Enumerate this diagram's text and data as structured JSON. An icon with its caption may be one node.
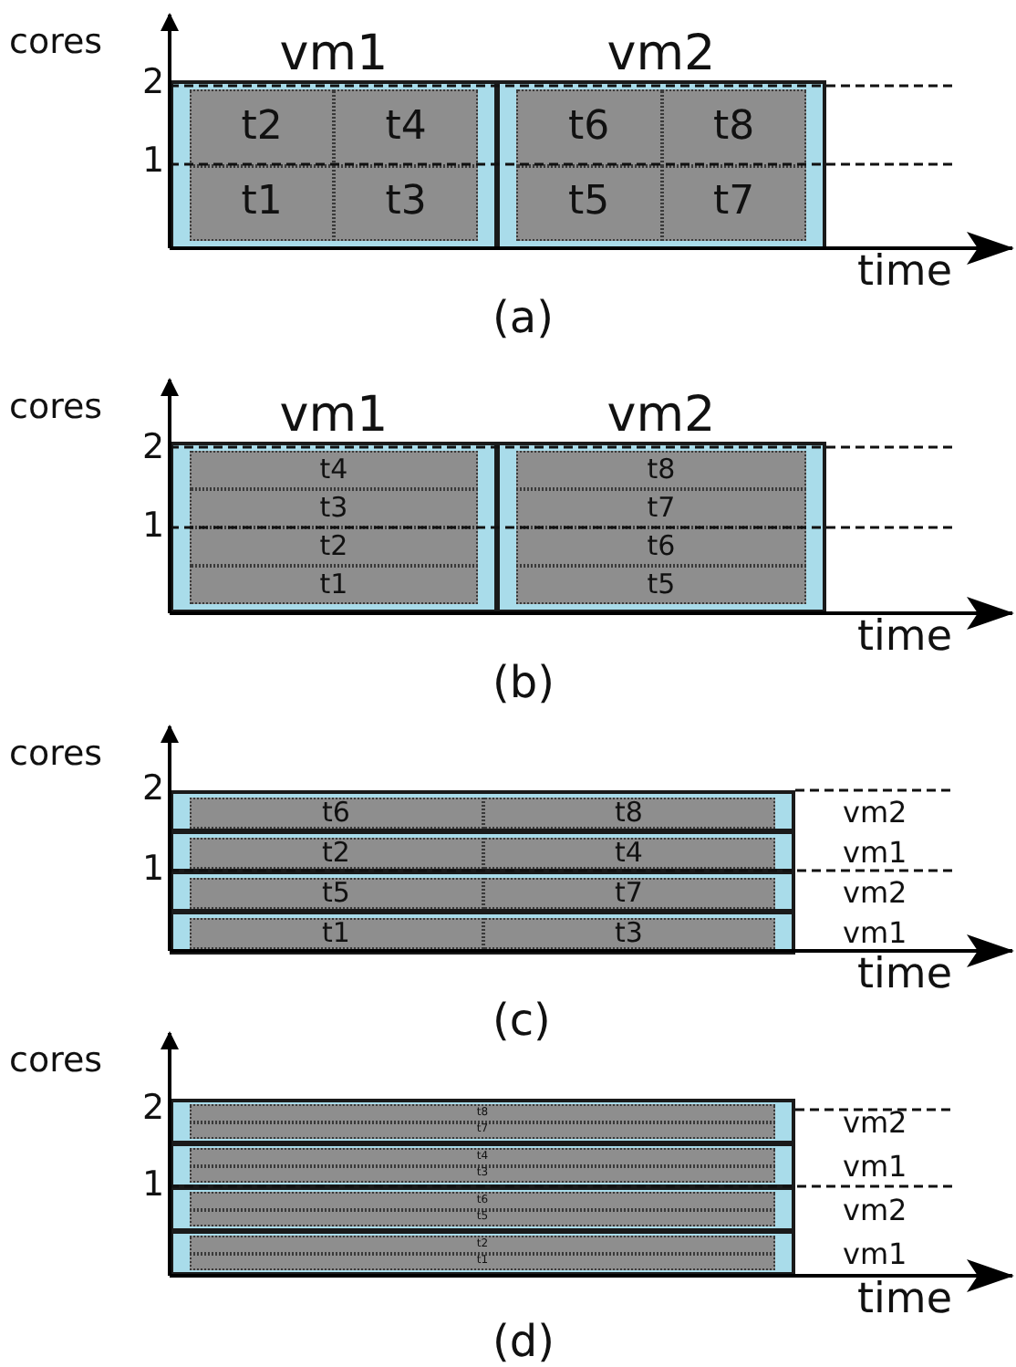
{
  "diagram": {
    "nodes": [
      {
        "text": [
          "vm1"
        ]
      },
      {
        "text": [
          "t2"
        ],
        "in": 0
      },
      {
        "text": [
          "t4"
        ],
        "in": 0
      },
      {
        "text": [
          "t1"
        ],
        "in": 0
      },
      {
        "text": [
          "t3"
        ],
        "in": 0
      },
      {
        "text": [
          "vm2"
        ]
      },
      {
        "text": [
          "t6"
        ],
        "in": 5
      },
      {
        "text": [
          "t8"
        ],
        "in": 5
      },
      {
        "text": [
          "t5"
        ],
        "in": 5
      },
      {
        "text": [
          "t7"
        ],
        "in": 5
      },
      {
        "text": [
          "vm1"
        ]
      },
      {
        "text": [
          "t4"
        ],
        "in": 10
      },
      {
        "text": [
          "t3"
        ],
        "in": 10
      },
      {
        "text": [
          "t2"
        ],
        "in": 10
      },
      {
        "text": [
          "t1"
        ],
        "in": 10
      },
      {
        "text": [
          "vm2"
        ]
      },
      {
        "text": [
          "t8"
        ],
        "in": 15
      },
      {
        "text": [
          "t7"
        ],
        "in": 15
      },
      {
        "text": [
          "t6"
        ],
        "in": 15
      },
      {
        "text": [
          "t5"
        ],
        "in": 15
      },
      {
        "text": [],
        "shape": "box",
        "beside": [
          "vm2"
        ]
      },
      {
        "text": [
          "t6"
        ],
        "in": 20
      },
      {
        "text": [
          "t8"
        ],
        "in": 20
      },
      {
        "text": [],
        "shape": "box",
        "beside": [
          "vm1"
        ]
      },
      {
        "text": [
          "t2"
        ],
        "in": 23
      },
      {
        "text": [
          "t4"
        ],
        "in": 23
      },
      {
        "text": [],
        "shape": "box",
        "beside": [
          "vm2"
        ]
      },
      {
        "text": [
          "t5"
        ],
        "in": 26
      },
      {
        "text": [
          "t7"
        ],
        "in": 26
      },
      {
        "text": [],
        "shape": "box",
        "beside": [
          "vm1"
        ]
      },
      {
        "text": [
          "t1"
        ],
        "in": 29
      },
      {
        "text": [
          "t3"
        ],
        "in": 29
      },
      {
        "text": [],
        "shape": "box",
        "beside": [
          "vm2"
        ]
      },
      {
        "text": [
          "t8"
        ],
        "in": 32
      },
      {
        "text": [
          "t7"
        ],
        "in": 32
      },
      {
        "text": [],
        "shape": "box",
        "beside": [
          "vm1"
        ]
      },
      {
        "text": [
          "t4"
        ],
        "in": 35
      },
      {
        "text": [
          "t3"
        ],
        "in": 35
      },
      {
        "text": [],
        "shape": "box",
        "beside": [
          "vm2"
        ]
      },
      {
        "text": [
          "t6"
        ],
        "in": 38
      },
      {
        "text": [
          "t5"
        ],
        "in": 38
      },
      {
        "text": [],
        "shape": "box",
        "beside": [
          "vm1"
        ]
      },
      {
        "text": [
          "t2"
        ],
        "in": 41
      },
      {
        "text": [
          "t1"
        ],
        "in": 41
      }
    ],
    "edges": [],
    "labels": [
      "cores",
      "2",
      "1",
      "time",
      "(a)",
      "cores",
      "2",
      "1",
      "time",
      "(b)",
      "cores",
      "2",
      "1",
      "time",
      "(c)",
      "cores",
      "2",
      "1",
      "time",
      "(d)"
    ]
  }
}
